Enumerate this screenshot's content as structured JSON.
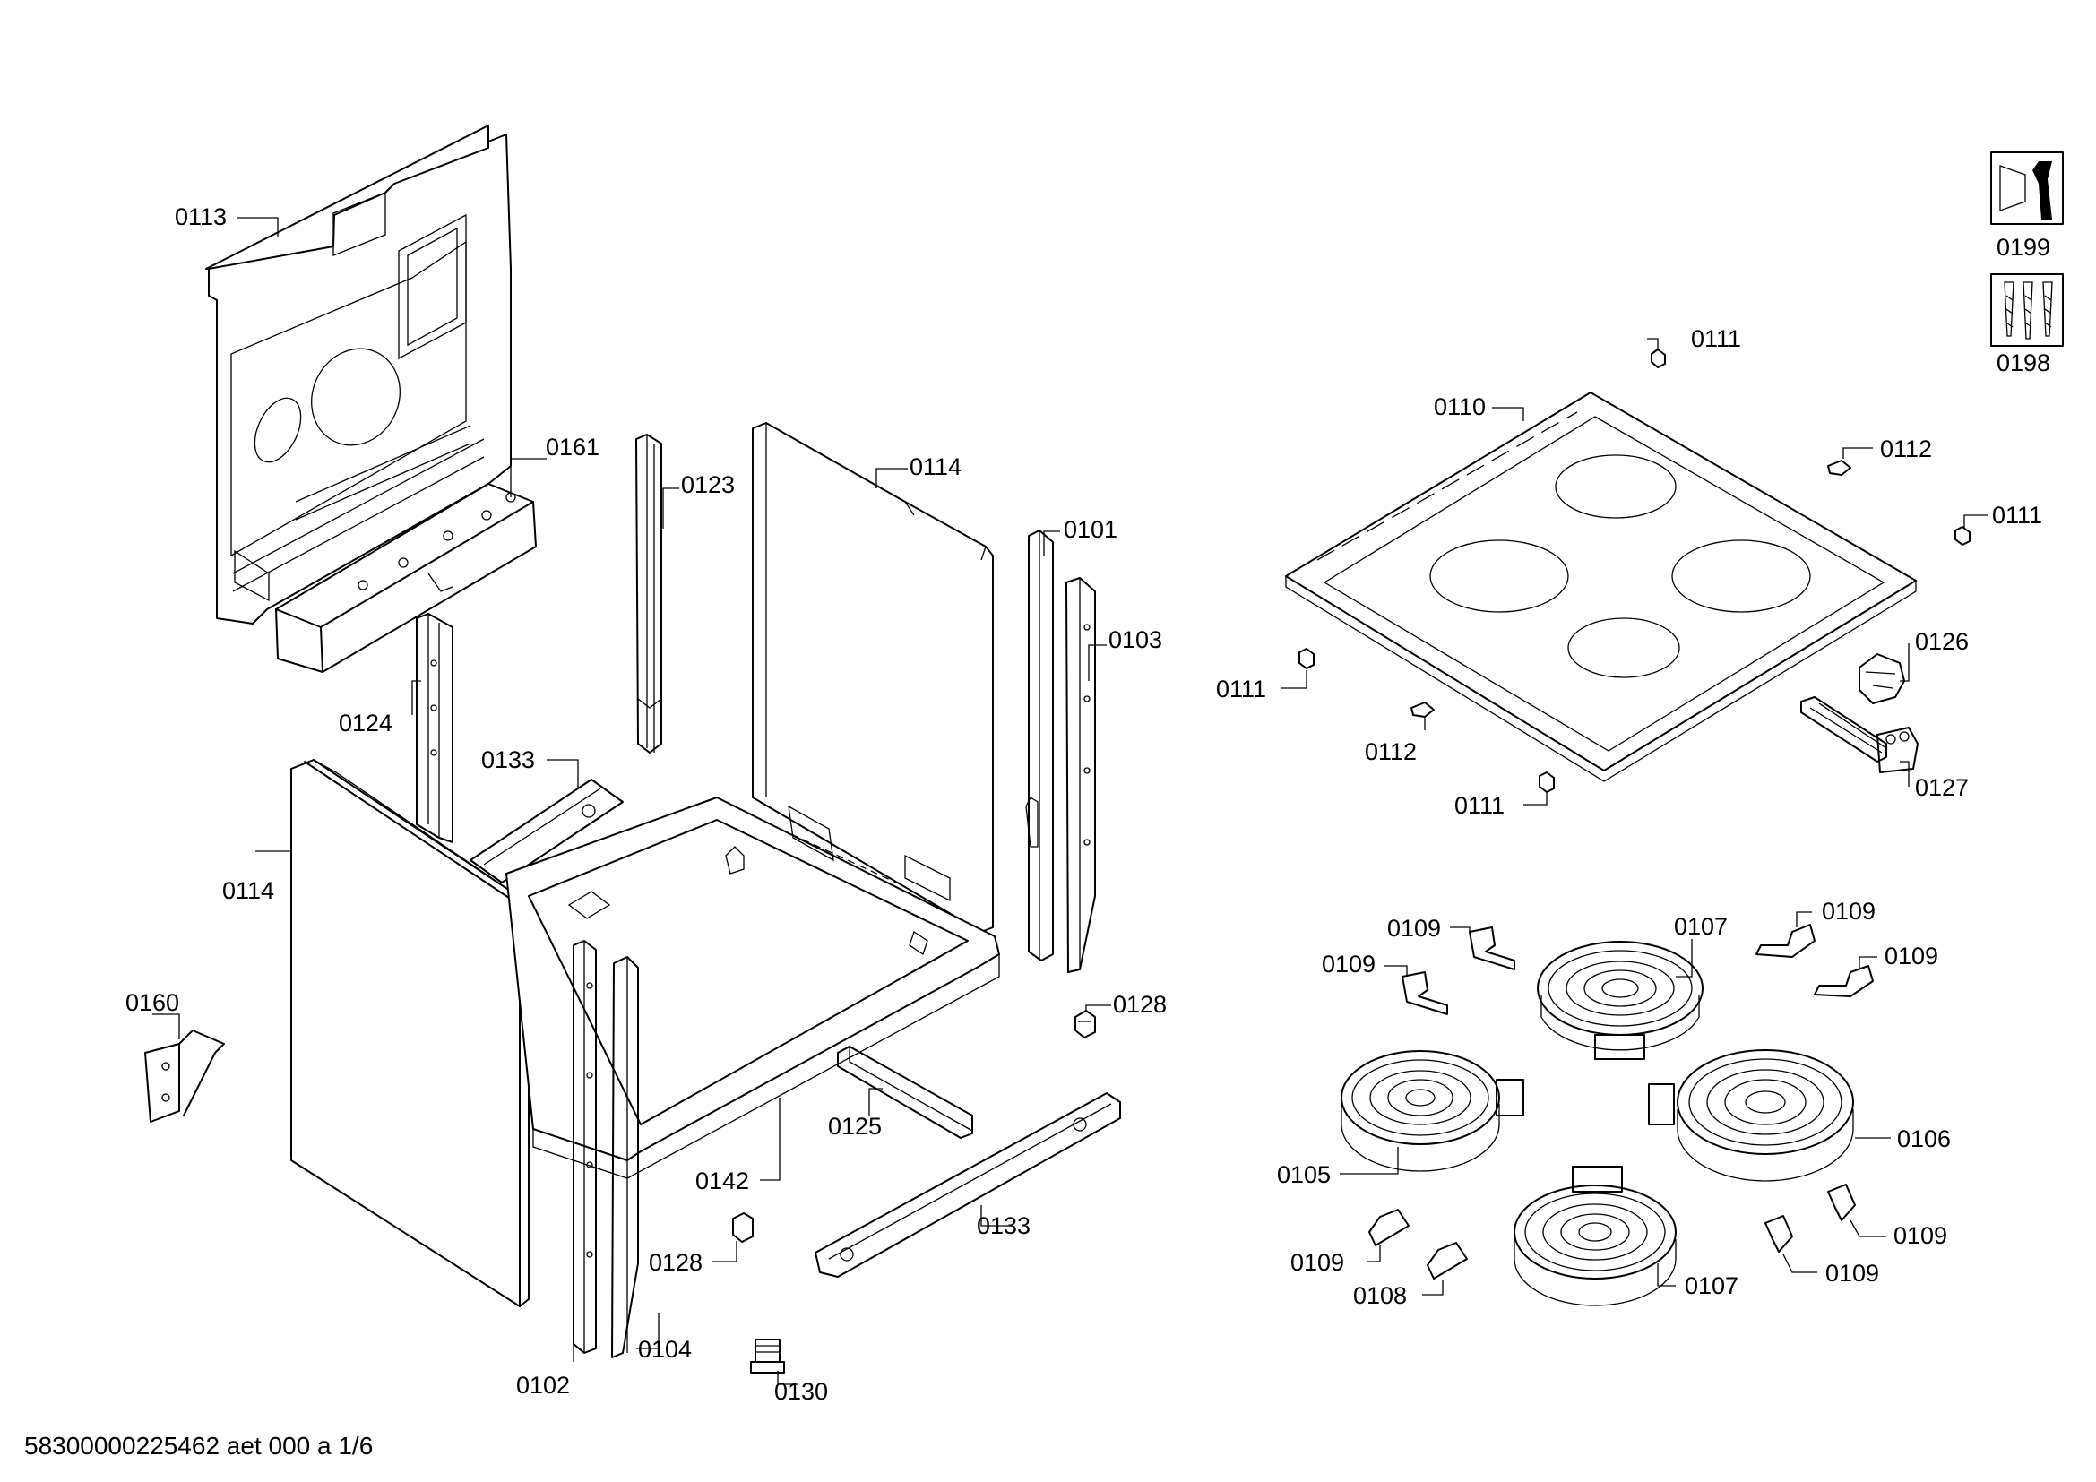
{
  "document": {
    "footer_code": "58300000225462 aet 000 a 1/6"
  },
  "callouts": {
    "c0113": "0113",
    "c0161": "0161",
    "c0123": "0123",
    "c0114_back": "0114",
    "c0101": "0101",
    "c0103": "0103",
    "c0124": "0124",
    "c0133_top": "0133",
    "c0114_side": "0114",
    "c0160": "0160",
    "c0128_right": "0128",
    "c0125": "0125",
    "c0142": "0142",
    "c0133_bottom": "0133",
    "c0128_left": "0128",
    "c0104": "0104",
    "c0102": "0102",
    "c0130": "0130",
    "c0199": "0199",
    "c0198": "0198",
    "c0111_top": "0111",
    "c0110": "0110",
    "c0112_top": "0112",
    "c0111_right": "0111",
    "c0111_left": "0111",
    "c0112_bottom": "0112",
    "c0111_bottom": "0111",
    "c0126": "0126",
    "c0127": "0127",
    "c0109_a": "0109",
    "c0109_b": "0109",
    "c0107_top": "0107",
    "c0109_c": "0109",
    "c0109_d": "0109",
    "c0105": "0105",
    "c0106": "0106",
    "c0109_e": "0109",
    "c0109_f": "0109",
    "c0108": "0108",
    "c0107_bottom": "0107",
    "c0109_g": "0109"
  },
  "icons": {
    "service_tool": "wrench-icon",
    "screw_set": "screws-icon"
  }
}
